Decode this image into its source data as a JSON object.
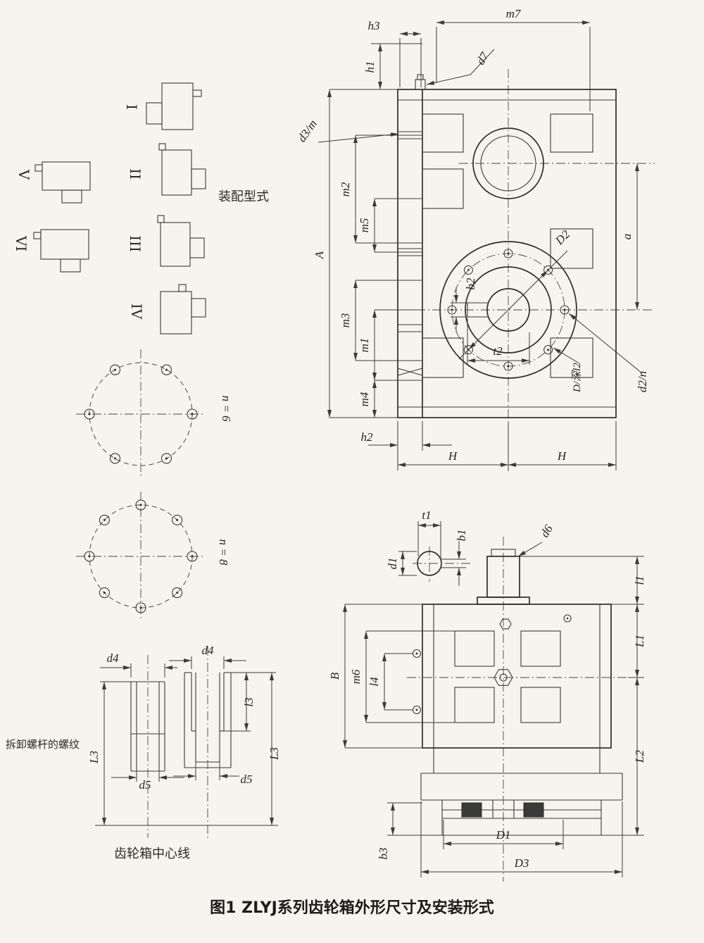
{
  "figure": {
    "caption": "图1  ZLYJ系列齿轮箱外形尺寸及安装形式",
    "assembly_title": "装配型式",
    "thread_note": "拆卸螺杆的螺纹",
    "centerline_note": "齿轮箱中心线",
    "n6": "n = 6",
    "n8": "n = 8"
  },
  "types": {
    "t1": "I",
    "t2": "II",
    "t3": "III",
    "t4": "IV",
    "t5": "V",
    "t6": "VI"
  },
  "front": {
    "m7": "m7",
    "h3": "h3",
    "h1": "h1",
    "d7": "d7",
    "d3m": "d3/m",
    "A": "A",
    "m2": "m2",
    "m5": "m5",
    "m3": "m3",
    "m1": "m1",
    "m4": "m4",
    "h2": "h2",
    "H1": "H",
    "H2": "H",
    "a": "a",
    "b2": "b2",
    "t2": "t2",
    "D2": "D2",
    "Dl2": "D/深l2",
    "d2n": "d2/n"
  },
  "side": {
    "t1": "t1",
    "b1": "b1",
    "d1": "d1",
    "d6": "d6",
    "l1": "l1",
    "L1": "L1",
    "L2": "L2",
    "B": "B",
    "m6": "m6",
    "l4": "l4",
    "b3": "b3",
    "D1": "D1",
    "D3": "D3"
  },
  "thread": {
    "d4L": "d4",
    "d4R": "d4",
    "d5L": "d5",
    "d5R": "d5",
    "l3": "l3",
    "L3L": "L3",
    "L3R": "L3"
  },
  "colors": {
    "ink": "#2e2d2b",
    "paper": "#f6f4ef"
  }
}
